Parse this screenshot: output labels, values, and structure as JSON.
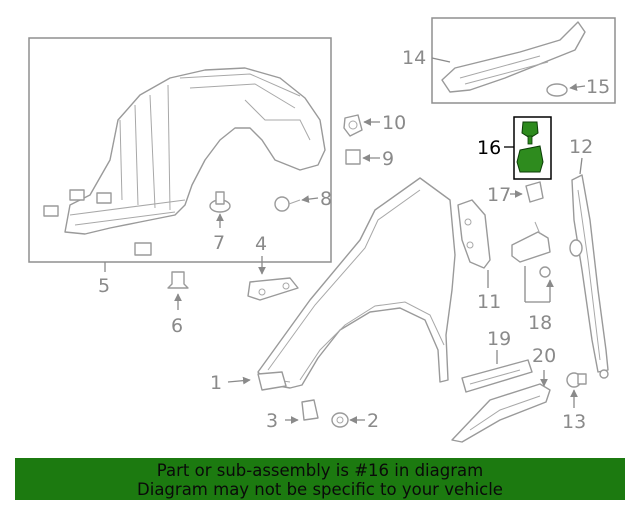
{
  "diagram": {
    "callouts": [
      "1",
      "2",
      "3",
      "4",
      "5",
      "6",
      "7",
      "8",
      "9",
      "10",
      "11",
      "12",
      "13",
      "14",
      "15",
      "16",
      "17",
      "18",
      "19",
      "20"
    ],
    "highlighted_part": "16",
    "highlight_color": "#2e8b1e"
  },
  "footer": {
    "line1": "Part or sub-assembly is #16 in diagram",
    "line2": "Diagram may not be specific to your vehicle",
    "background": "#1c7a10"
  }
}
